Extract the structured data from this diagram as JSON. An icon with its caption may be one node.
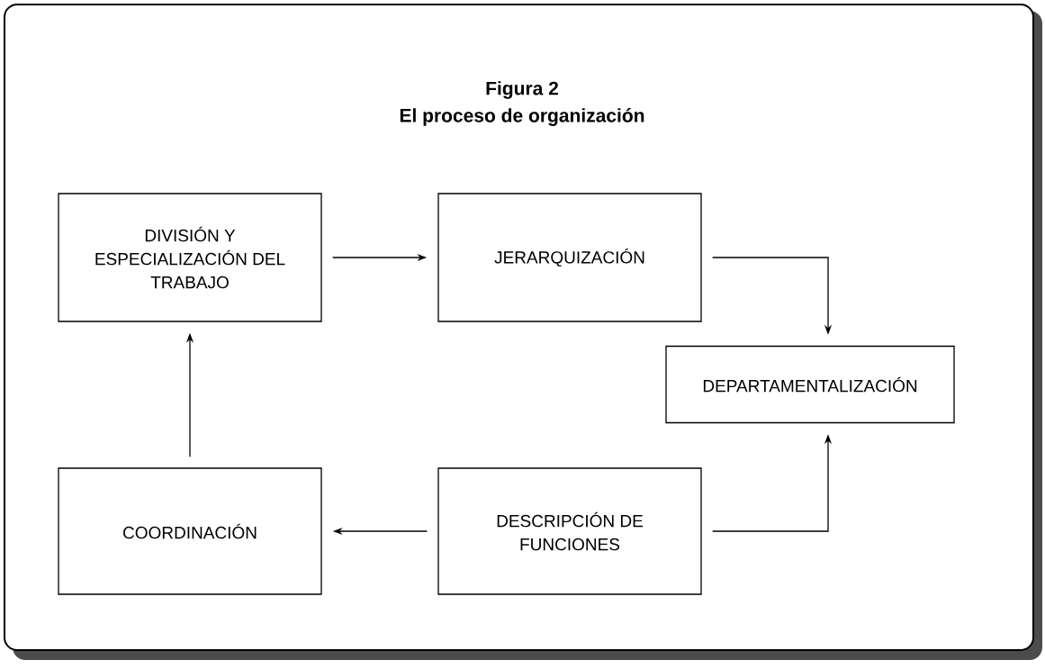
{
  "diagram": {
    "title": "Figura 2",
    "nodes": [
      {
        "text": [
          "DIVISIÓN Y ESPECIALIZACIÓN DEL TRABAJO"
        ]
      },
      {
        "text": [
          "JERARQUIZACIÓN"
        ]
      },
      {
        "text": [
          "DEPARTAMENTALIZACIÓN"
        ]
      },
      {
        "text": [
          "COORDINACIÓN"
        ]
      },
      {
        "text": [
          "DESCRIPCIÓN DE FUNCIONES"
        ]
      }
    ],
    "edges": [
      {
        "from": 0,
        "to": 1,
        "arrow": "to"
      },
      {
        "from": 1,
        "to": 2,
        "arrow": "to"
      },
      {
        "from": 4,
        "to": 2,
        "arrow": "to"
      },
      {
        "from": 4,
        "to": 3,
        "arrow": "to"
      },
      {
        "from": 3,
        "to": 0,
        "arrow": "to"
      }
    ],
    "labels": [
      "El proceso de organización"
    ]
  }
}
